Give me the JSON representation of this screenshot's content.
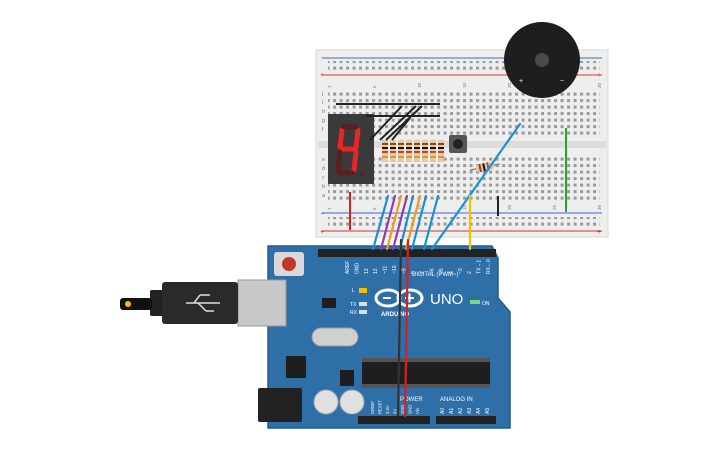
{
  "board": {
    "model": "UNO",
    "brand": "ARDUINO",
    "section_digital": "DIGITAL (PWM~)",
    "section_power": "POWER",
    "section_analog": "ANALOG IN",
    "on_label": "ON",
    "tx_label": "TX",
    "rx_label": "RX",
    "l_label": "L",
    "header_top": [
      "AREF",
      "GND",
      "13",
      "12",
      "~11",
      "~10",
      "~9",
      "8",
      "7",
      "~6",
      "~5",
      "4",
      "~3",
      "2",
      "TX→1",
      "RX←0"
    ],
    "header_power": [
      "IOREF",
      "RESET",
      "3.3V",
      "5V",
      "GND",
      "GND",
      "Vin"
    ],
    "header_analog": [
      "A0",
      "A1",
      "A2",
      "A3",
      "A4",
      "A5"
    ]
  },
  "breadboard": {
    "row_letters_top": [
      "j",
      "i",
      "h",
      "g",
      "f"
    ],
    "row_letters_bottom": [
      "e",
      "d",
      "c",
      "b",
      "a"
    ],
    "col_numbers": [
      "1",
      "5",
      "10",
      "15",
      "20",
      "25",
      "30"
    ]
  },
  "buzzer": {
    "plus": "+",
    "minus": "−"
  },
  "colors": {
    "board_blue": "#2e6fa8",
    "wire_blue": "#1b8fd6",
    "wire_orange": "#f39a1c",
    "wire_purple": "#8a3fb0",
    "wire_yellow": "#f2c200",
    "wire_red": "#d62020",
    "wire_green": "#29a329",
    "wire_black": "#222222",
    "segment_red": "#e8262a"
  }
}
